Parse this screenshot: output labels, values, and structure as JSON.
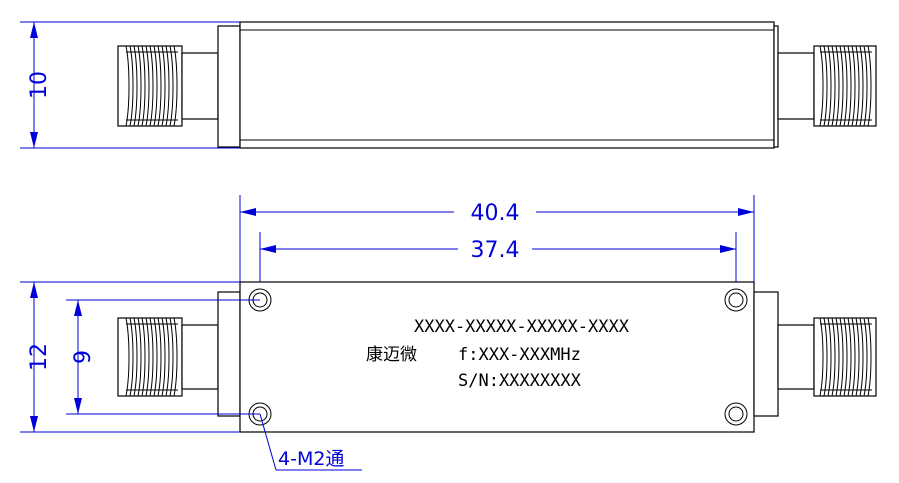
{
  "dimensions": {
    "height_top": "10",
    "length_outer": "40.4",
    "hole_spacing": "37.4",
    "height_bottom": "12",
    "hole_vertical": "9"
  },
  "body_label": {
    "model": "XXXX-XXXXX-XXXXX-XXXX",
    "brand": "康迈微",
    "freq": "f:XXX-XXXMHz",
    "serial": "S/N:XXXXXXXX"
  },
  "callout": "4-M2通",
  "colors": {
    "dimension": "#0000d8",
    "outline": "#000000",
    "background": "#ffffff"
  }
}
